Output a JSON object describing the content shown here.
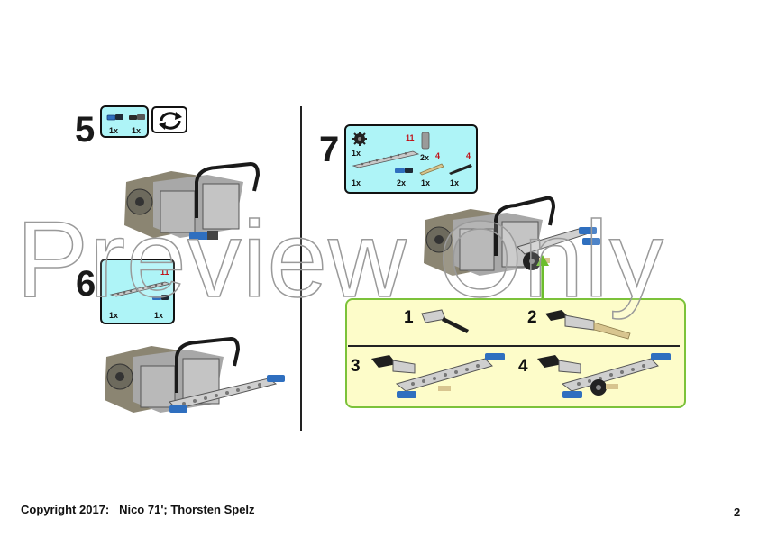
{
  "steps": {
    "step5": {
      "number": "5",
      "parts": [
        {
          "qty": "1x"
        },
        {
          "qty": "1x"
        }
      ],
      "rotate_icon": "rotate-model-icon"
    },
    "step6": {
      "number": "6",
      "parts": [
        {
          "qty": "1x",
          "length": "11"
        },
        {
          "qty": "1x"
        }
      ]
    },
    "step7": {
      "number": "7",
      "parts": [
        {
          "qty": "1x"
        },
        {
          "qty": "1x",
          "length": "11"
        },
        {
          "qty": "2x"
        },
        {
          "qty": "2x"
        },
        {
          "qty": "1x",
          "length": "4"
        },
        {
          "qty": "1x",
          "length": "4"
        }
      ],
      "substeps": [
        {
          "number": "1"
        },
        {
          "number": "2"
        },
        {
          "number": "3"
        },
        {
          "number": "4"
        }
      ]
    }
  },
  "footer": {
    "copyright": "Copyright 2017:   Nico 71'; Thorsten Spelz",
    "page_number": "2"
  },
  "watermark": "Preview Only",
  "colors": {
    "parts_box_bg": "#aef4f7",
    "sub_panel_bg": "#fdfcc9",
    "sub_panel_border": "#7cc23a",
    "red_length": "#c0141b"
  }
}
